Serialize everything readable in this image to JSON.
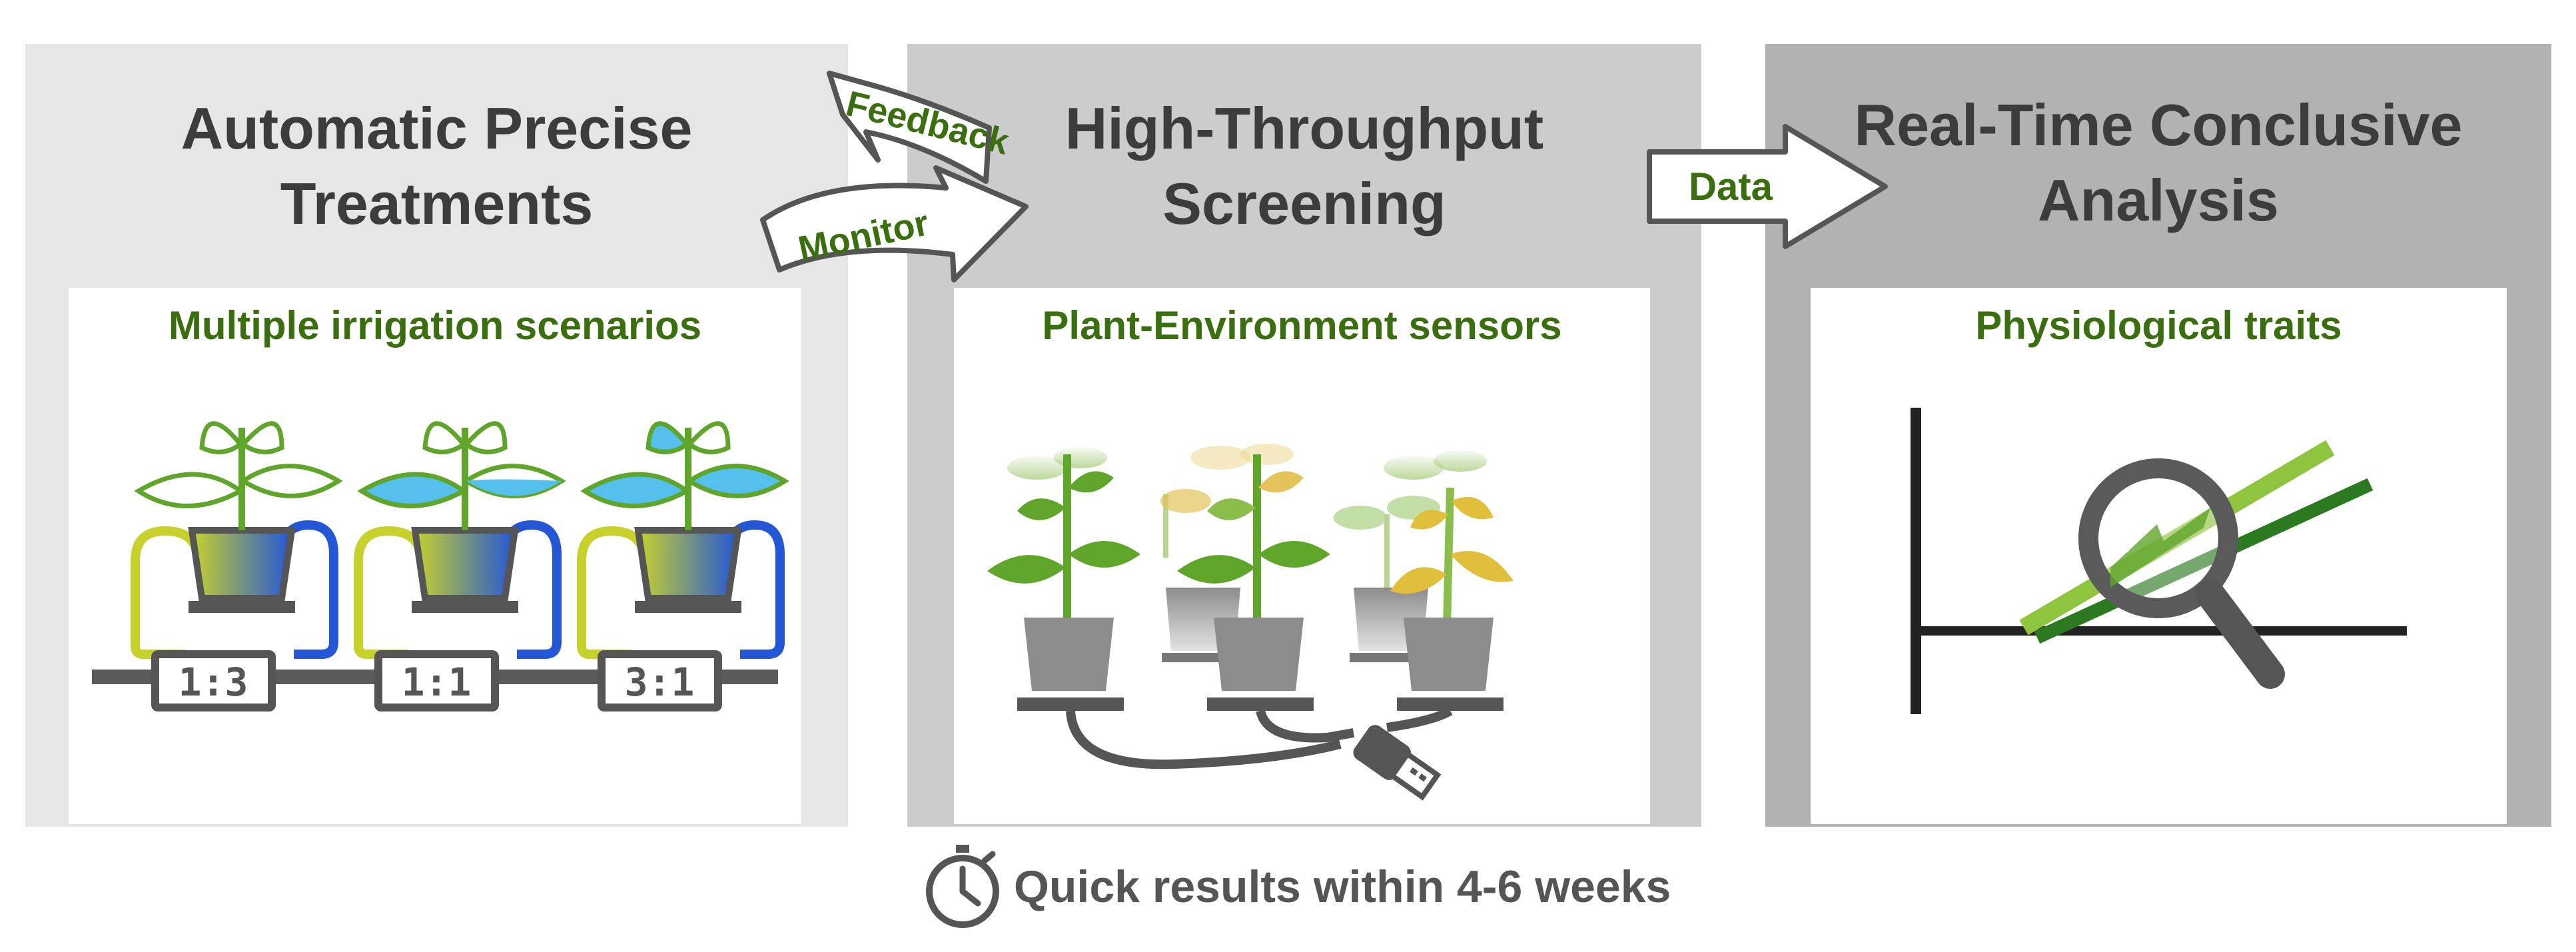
{
  "panels": [
    {
      "title_line1": "Automatic Precise",
      "title_line2": "Treatments",
      "card_title": "Multiple irrigation scenarios"
    },
    {
      "title_line1": "High-Throughput",
      "title_line2": "Screening",
      "card_title": "Plant-Environment sensors"
    },
    {
      "title_line1": "Real-Time Conclusive",
      "title_line2": "Analysis",
      "card_title": "Physiological traits"
    }
  ],
  "arrows": {
    "feedback": "Feedback",
    "monitor": "Monitor",
    "data": "Data"
  },
  "timers": [
    "1:3",
    "1:1",
    "3:1"
  ],
  "footer": {
    "text": "Quick results within 4-6 weeks"
  },
  "colors": {
    "title_gray": "#3c3c3c",
    "label_green": "#3b6e0f",
    "leaf_green": "#5fa52a",
    "water_blue": "#55bfee",
    "lime": "#c7d12c",
    "pipe_blue": "#2456d6",
    "wilt_yellow": "#e0bf3a"
  },
  "icons": [
    "plant-icon",
    "pot-icon",
    "timer-display-icon",
    "usb-cable-icon",
    "magnifier-icon",
    "stopwatch-icon"
  ]
}
